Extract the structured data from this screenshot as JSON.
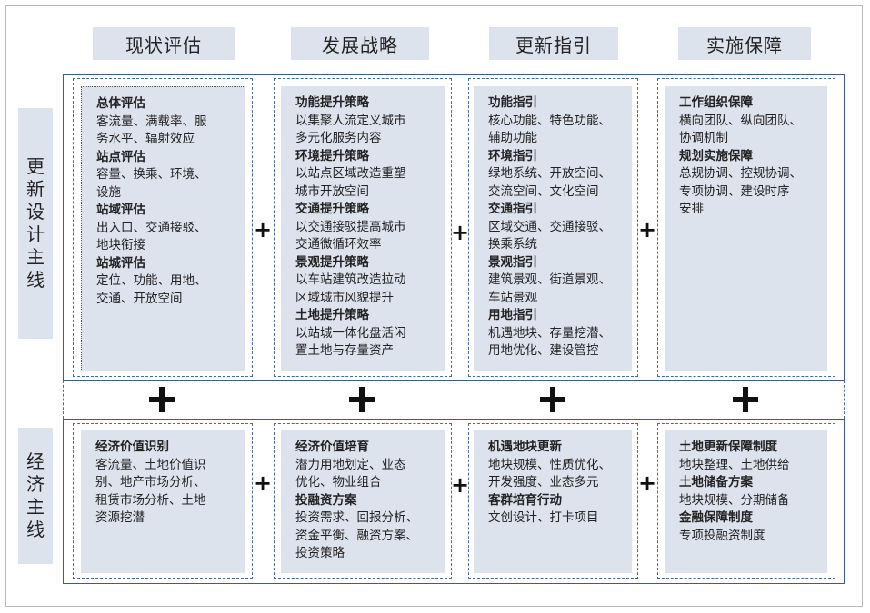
{
  "columns": [
    "现状评估",
    "发展战略",
    "更新指引",
    "实施保障"
  ],
  "rows": {
    "top_label": "更\n新\n设\n计\n主\n线",
    "bottom_label": "经\n济\n主\n线"
  },
  "plus_symbol": "+",
  "top_boxes": [
    {
      "lines": [
        {
          "text": "总体评估",
          "title": true
        },
        {
          "text": "客流量、满载率、服\n务水平、辐射效应",
          "title": false
        },
        {
          "text": "站点评估",
          "title": true
        },
        {
          "text": "容量、换乘、环境、\n设施",
          "title": false
        },
        {
          "text": "站域评估",
          "title": true
        },
        {
          "text": "出入口、交通接驳、\n地块衔接",
          "title": false
        },
        {
          "text": "站城评估",
          "title": true
        },
        {
          "text": "定位、功能、用地、\n交通、开放空间",
          "title": false
        }
      ]
    },
    {
      "lines": [
        {
          "text": "功能提升策略",
          "title": true
        },
        {
          "text": "以集聚人流定义城市\n多元化服务内容",
          "title": false
        },
        {
          "text": "环境提升策略",
          "title": true
        },
        {
          "text": "以站点区域改造重塑\n城市开放空间",
          "title": false
        },
        {
          "text": "交通提升策略",
          "title": true
        },
        {
          "text": "以交通接驳提高城市\n交通微循环效率",
          "title": false
        },
        {
          "text": "景观提升策略",
          "title": true
        },
        {
          "text": "以车站建筑改造拉动\n区域城市风貌提升",
          "title": false
        },
        {
          "text": "土地提升策略",
          "title": true
        },
        {
          "text": "以站城一体化盘活闲\n置土地与存量资产",
          "title": false
        }
      ]
    },
    {
      "lines": [
        {
          "text": "功能指引",
          "title": true
        },
        {
          "text": "核心功能、特色功能、\n辅助功能",
          "title": false
        },
        {
          "text": "环境指引",
          "title": true
        },
        {
          "text": "绿地系统、开放空间、\n交流空间、文化空间",
          "title": false
        },
        {
          "text": "交通指引",
          "title": true
        },
        {
          "text": "区域交通、交通接驳、\n换乘系统",
          "title": false
        },
        {
          "text": "景观指引",
          "title": true
        },
        {
          "text": "建筑景观、街道景观、\n车站景观",
          "title": false
        },
        {
          "text": "用地指引",
          "title": true
        },
        {
          "text": "机遇地块、存量挖潜、\n用地优化、建设管控",
          "title": false
        }
      ]
    },
    {
      "lines": [
        {
          "text": "工作组织保障",
          "title": true
        },
        {
          "text": "横向团队、纵向团队、\n协调机制",
          "title": false
        },
        {
          "text": "规划实施保障",
          "title": true
        },
        {
          "text": "总规协调、控规协调、\n专项协调、建设时序\n安排",
          "title": false
        }
      ]
    }
  ],
  "bottom_boxes": [
    {
      "lines": [
        {
          "text": "经济价值识别",
          "title": true
        },
        {
          "text": "客流量、土地价值识\n别、地产市场分析、\n租赁市场分析、土地\n资源挖潜",
          "title": false
        }
      ]
    },
    {
      "lines": [
        {
          "text": "经济价值培育",
          "title": true
        },
        {
          "text": "潜力用地划定、业态\n优化、物业组合",
          "title": false
        },
        {
          "text": "投融资方案",
          "title": true
        },
        {
          "text": "投资需求、回报分析、\n资金平衡、融资方案、\n投资策略",
          "title": false
        }
      ]
    },
    {
      "lines": [
        {
          "text": "机遇地块更新",
          "title": true
        },
        {
          "text": "地块规模、性质优化、\n开发强度、业态多元",
          "title": false
        },
        {
          "text": "客群培育行动",
          "title": true
        },
        {
          "text": "文创设计、打卡项目",
          "title": false
        }
      ]
    },
    {
      "lines": [
        {
          "text": "土地更新保障制度",
          "title": true
        },
        {
          "text": "地块整理、土地供给",
          "title": false
        },
        {
          "text": "土地储备方案",
          "title": true
        },
        {
          "text": "地块规模、分期储备",
          "title": false
        },
        {
          "text": "金融保障制度",
          "title": true
        },
        {
          "text": "专项投融资制度",
          "title": false
        }
      ]
    }
  ]
}
